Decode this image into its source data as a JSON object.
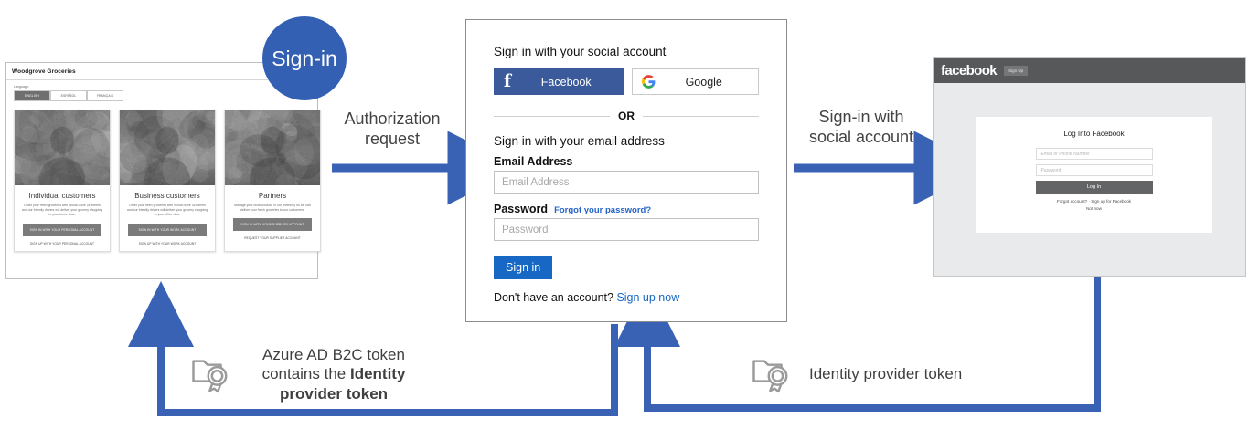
{
  "diagram": {
    "title_badge": "Sign-in",
    "flow_labels": {
      "authorization_request": "Authorization\nrequest",
      "authorization_request_line1": "Authorization",
      "authorization_request_line2": "request",
      "signin_social_line1": "Sign-in with",
      "signin_social_line2": "social account"
    },
    "tokens": {
      "left_icon": "certificate-icon",
      "left_line1": "Azure AD B2C token",
      "left_line2_prefix": "contains the ",
      "left_line2_bold": "Identity",
      "left_line3_bold": "provider token",
      "right_icon": "certificate-icon",
      "right_label": "Identity provider token"
    },
    "colors": {
      "accent_blue": "#3460b4",
      "arrow_blue": "#3a62b4",
      "b2c_button_blue": "#1668c4",
      "facebook_blue": "#3a5a9b",
      "facebook_gray": "#57585a",
      "link_blue": "#2764c8"
    }
  },
  "woodgrove": {
    "app_title": "Woodgrove Groceries",
    "language_label": "Language:",
    "language_tabs": [
      {
        "label": "ENGLISH",
        "active": true
      },
      {
        "label": "ESPAÑOL",
        "active": false
      },
      {
        "label": "FRANÇAIS",
        "active": false
      }
    ],
    "cards": [
      {
        "photo": "grocery-shoppers-photo",
        "title": "Individual customers",
        "body": "Order your fresh groceries with WoodGrove Groceries and our friendly drivers will deliver your grocery shopping to your home door.",
        "button": "SIGN IN WITH YOUR PERSONAL ACCOUNT",
        "link": "SIGN UP WITH YOUR PERSONAL ACCOUNT"
      },
      {
        "photo": "store-clerk-photo",
        "title": "Business customers",
        "body": "Order your fresh groceries with WoodGrove Groceries and our friendly drivers will deliver your grocery shopping to your office door.",
        "button": "SIGN IN WITH YOUR WORK ACCOUNT",
        "link": "SIGN UP WITH YOUR WORK ACCOUNT"
      },
      {
        "photo": "farmer-harvest-photo",
        "title": "Partners",
        "body": "Manage your local produce in our inventory so we can deliver your fresh groceries to our customers.",
        "button": "SIGN IN WITH YOUR SUPPLIER ACCOUNT",
        "link": "REQUEST YOUR SUPPLIER ACCOUNT"
      }
    ]
  },
  "b2c": {
    "social_heading": "Sign in with your social account",
    "facebook_button": "Facebook",
    "facebook_icon": "facebook-f-icon",
    "google_button": "Google",
    "google_icon": "google-g-icon",
    "or_divider": "OR",
    "email_heading": "Sign in with your email address",
    "email_label": "Email Address",
    "email_placeholder": "Email Address",
    "email_value": "",
    "password_label": "Password",
    "password_placeholder": "Password",
    "password_value": "",
    "forgot_link": "Forgot your password?",
    "signin_button": "Sign in",
    "no_account_text": "Don't have an account?",
    "signup_link": "Sign up now"
  },
  "facebook": {
    "wordmark": "facebook",
    "signup_button": "Sign Up",
    "card_title": "Log Into Facebook",
    "email_placeholder": "Email or Phone Number",
    "email_value": "",
    "password_placeholder": "Password",
    "password_value": "",
    "login_button": "Log In",
    "helper_line1": "Forgot account? · Sign up for Facebook",
    "helper_line2": "Not now"
  }
}
